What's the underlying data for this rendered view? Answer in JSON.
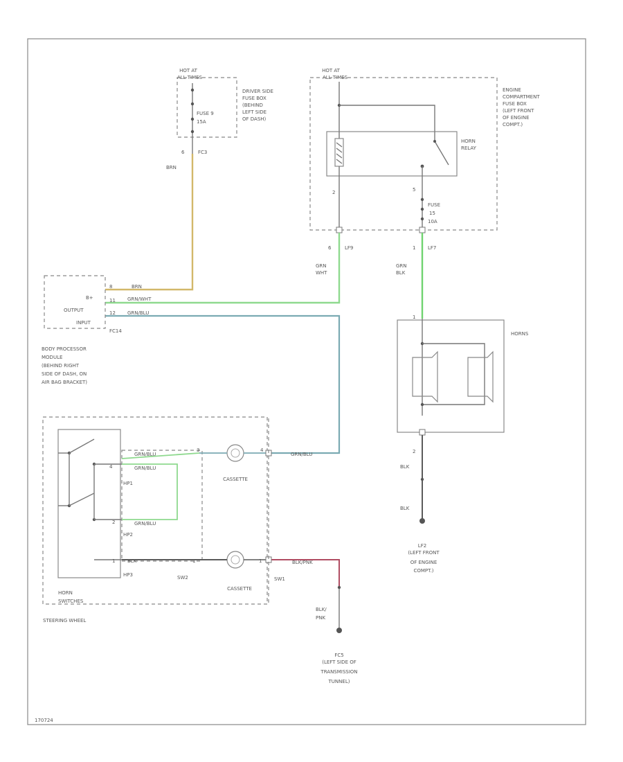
{
  "fuse_box_driver": {
    "hot_at": "HOT AT",
    "hot_at_state": "ALL TIMES",
    "fuse": "FUSE 9",
    "fuse_rating": "15A",
    "desc": [
      "DRIVER SIDE",
      "FUSE BOX",
      "(BEHIND",
      "LEFT SIDE",
      "OF DASH)"
    ],
    "pin": "6",
    "connector": "FC3",
    "wire_color": "BRN"
  },
  "fuse_box_engine": {
    "hot_at": "HOT AT",
    "hot_at_state": "ALL TIMES",
    "desc": [
      "ENGINE",
      "COMPARTMENT",
      "FUSE BOX",
      "(LEFT FRONT",
      "OF ENGINE",
      "COMPT.)"
    ],
    "relay": [
      "HORN",
      "RELAY"
    ],
    "pin_left": "2",
    "pin_right": "5",
    "fuse": "FUSE",
    "fuse_num": "15",
    "fuse_rating": "10A",
    "left_pin": "6",
    "left_conn": "LF9",
    "right_pin": "1",
    "right_conn": "LF7",
    "left_wire": [
      "GRN",
      "WHT"
    ],
    "right_wire": [
      "GRN",
      "BLK"
    ]
  },
  "bpm": {
    "pins": [
      "B+",
      "OUTPUT",
      "INPUT"
    ],
    "pin_nums": [
      "8",
      "11",
      "12"
    ],
    "wire_labels": [
      "BRN",
      "GRN/WHT",
      "GRN/BLU"
    ],
    "connector": "FC14",
    "desc": [
      "BODY PROCESSOR",
      "MODULE",
      "(BEHIND RIGHT",
      "SIDE OF DASH, ON",
      "AIR BAG BRACKET)"
    ]
  },
  "horns": {
    "label": "HORNS",
    "pin_top": "1",
    "pin_bottom": "2",
    "wire1": "BLK",
    "wire2": "BLK",
    "ground": [
      "LF2",
      "(LEFT FRONT",
      "OF ENGINE",
      "COMPT.)"
    ]
  },
  "steering": {
    "cassette1": "CASSETTE",
    "cassette2": "CASSETTE",
    "conn_hp1": "HP1",
    "conn_hp2": "HP2",
    "conn_hp3": "HP3",
    "conn_sw2": "SW2",
    "conn_sw1": "SW1",
    "pin_a": "4",
    "pin_b": "2",
    "pin_c": "1",
    "pin_d": "3",
    "pin_e": "1",
    "pin_f": "4",
    "pin_g": "1",
    "pin_h": "1",
    "wire_top": "GRN/BLU",
    "wire_mid": "GRN/BLU",
    "wire_mid2": "GRN/BLU",
    "wire_hp3": "BLK",
    "wire_sw1": "BLK/PNK",
    "wire_out": "GRN/BLU",
    "horn_switches": [
      "HORN",
      "SWITCHES"
    ],
    "wheel_label": "STEERING WHEEL",
    "ground_wire": [
      "BLK/",
      "PNK"
    ],
    "ground": [
      "FC5",
      "(LEFT SIDE OF",
      "TRANSMISSION",
      "TUNNEL)"
    ]
  },
  "footer": {
    "code": "170724"
  },
  "colors": {
    "brn": "#d2b86a",
    "grn_wht": "#8ed98e",
    "grn_blu": "#7aaab2",
    "grn_blk": "#6fd36f",
    "blk": "#5a5a5a",
    "blk_pnk": "#b04c62"
  }
}
